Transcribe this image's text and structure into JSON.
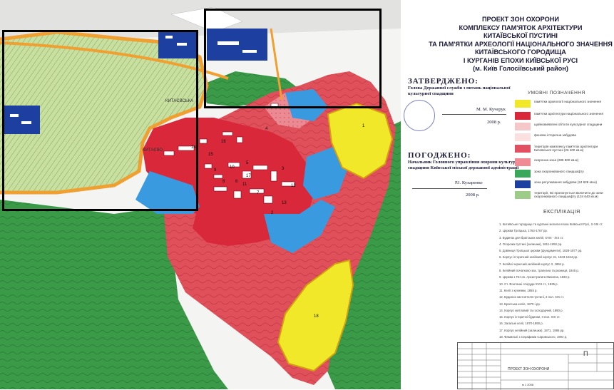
{
  "title": {
    "lines": [
      "ПРОЕКТ ЗОН ОХОРОНИ",
      "КОМПЛЕКСУ ПАМ'ЯТОК АРХІТЕКТУРИ",
      "КИТАЇВСЬКОЇ ПУСТИНІ",
      "ТА ПАМ'ЯТКИ АРХЕОЛОГІЇ НАЦІОНАЛЬНОГО ЗНАЧЕННЯ",
      "КИТАЇВСЬКОГО ГОРОДИЩА",
      "І КУРГАНІВ ЕПОХИ КИЇВСЬКОЇ РУСІ"
    ],
    "location": "(м. Київ Голосіївський район)"
  },
  "approval": {
    "heading": "ЗАТВЕРДЖЕНО:",
    "text": "Голова Державної служби з питань національної культурної спадщини",
    "signature": "М. М. Кучерук",
    "year": "2008 р."
  },
  "agreed": {
    "heading": "ПОГОДЖЕНО:",
    "text": "Начальник Головного управління охорони культурної спадщини Київської міської державної адміністрації",
    "signature": "Р.І. Кухаренко",
    "year": "2008 р."
  },
  "legend": {
    "title": "УМОВНІ ПОЗНАЧЕННЯ",
    "items": [
      {
        "color": "#f2e82a",
        "label": "пам'ятки археології національного значення"
      },
      {
        "color": "#d8283a",
        "label": "пам'ятки архітектури національного значення"
      },
      {
        "color": "#f4c8c8",
        "label": "щойновиявлені об'єкти культурної спадщини"
      },
      {
        "color": "#fbe0e0",
        "label": "фонова історична забудова"
      },
      {
        "color": "#e05060",
        "label": "територія комплексу пам'яток архітектури Китаївської пустині (26 400 кв.м)"
      },
      {
        "color": "#f08a94",
        "label": "охоронна зона (285 800 кв.м)"
      },
      {
        "color": "#3aa85a",
        "label": "зона охоронюваного ландшафту"
      },
      {
        "color": "#1c3fa0",
        "label": "зона регулювання забудови (24 628 кв.м)"
      },
      {
        "color": "#9ccc88",
        "label": "території, які пропонується включити до зони охоронюваного ландшафту (134 640 кв.м)"
      }
    ]
  },
  "explication": {
    "title": "ЕКСПЛІКАЦІЯ",
    "items": [
      "1. Китаївське городище та курганні могили епохи Київської Русі, X-XIII ст.",
      "2. Церква Троїцька, 1763-1767 рр.",
      "3. Будинок для братських келій, XVIII - XIX ст.",
      "4. Огорожа пустині (залишки), 1811-1852 рр.",
      "5. Дзвіниця Троїцької церкви (фундаменти), 1828-1877 рр.",
      "6. Корпус історичний келійний корпус 21, 1843-1844 рр.",
      "7. Келійні чернечий келійний корпус 3, 1894 р.",
      "8. Келійний початково-зах. трапезна та ризниця, 1845 р.",
      "9. Церква з Пст.св. Архистратига Михаїла, 1833 р.",
      "10. Ст. Фонтанні споруди XVIII ст., 1835 р.",
      "11. Келії з кухнями, 1855 р.",
      "12. Будинок настоятеля пустині, 2 пол. XIX ст.",
      "13. Братська келія, 1870-і рр.",
      "14. Корпус житловий та господарчий, 1890 р.",
      "15. Корпус історичні будинки, II пол. XIX ст.",
      "16. Загальні келії, 1870-1890 р.",
      "17. Корпус келійний (залишки), 1871, 1886 рр.",
      "18. Фамильні з Серафима Саровського, 1904 р."
    ]
  },
  "stamp": {
    "title": "ПРОЕКТ ЗОН ОХОРОНИ",
    "sheet": "П",
    "bottom": "м 1 2008"
  },
  "map_labels": {
    "kytaevo_1": "КИТАЄВО",
    "kytaevo_2": "КИТАЄВСЬКА"
  },
  "map_numbers": [
    "1",
    "2",
    "3",
    "4",
    "5",
    "6",
    "7",
    "8",
    "9",
    "10",
    "11",
    "12",
    "13",
    "14",
    "15",
    "16",
    "17",
    "18"
  ]
}
